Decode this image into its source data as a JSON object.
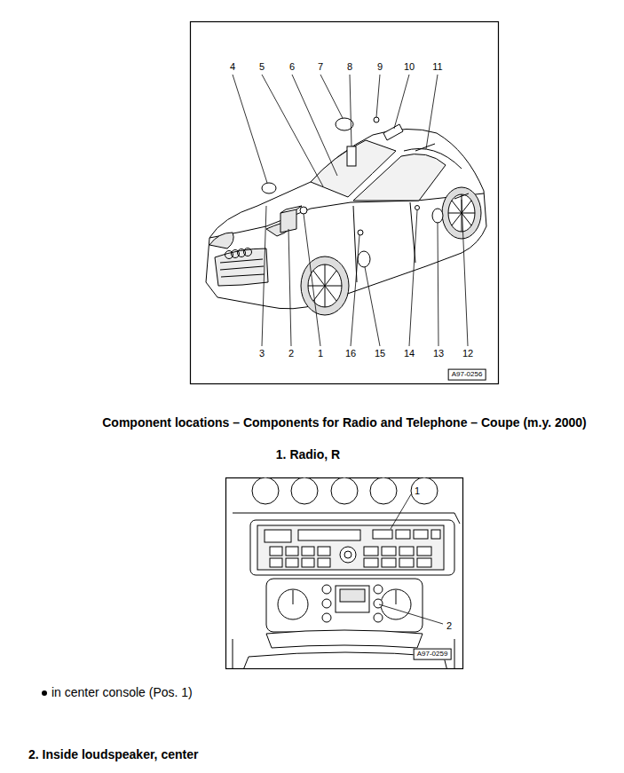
{
  "diagram": {
    "title": "Component locations – Components for Radio and Telephone – Coupe (m.y. 2000)",
    "labels": [
      "4",
      "5",
      "6",
      "7",
      "8",
      "9",
      "10",
      "11",
      "3",
      "2",
      "1",
      "16",
      "15",
      "14",
      "13",
      "12",
      "A97-0256",
      "1.  Radio, R",
      "1",
      "2",
      "A97-0259",
      "in center console (Pos. 1)",
      "2.  Inside loudspeaker, center"
    ]
  }
}
